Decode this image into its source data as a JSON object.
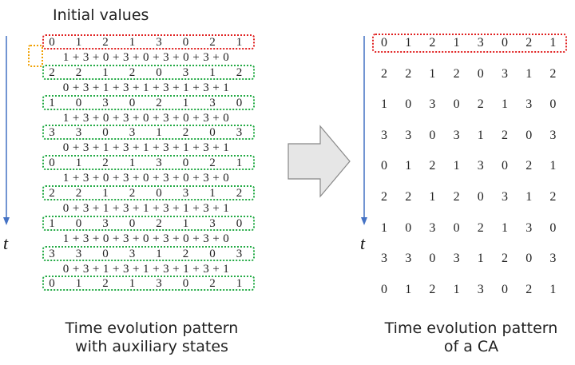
{
  "left_panel": {
    "heading": "Initial values",
    "time_label": "t",
    "caption_line1": "Time evolution pattern",
    "caption_line2": "with auxiliary states",
    "rows": [
      {
        "kind": "state",
        "values": [
          "0",
          "1",
          "2",
          "1",
          "3",
          "0",
          "2",
          "1"
        ]
      },
      {
        "kind": "aux",
        "text": "1 + 3 + 0 + 3 + 0 + 3 + 0 + 3 + 0"
      },
      {
        "kind": "state",
        "values": [
          "2",
          "2",
          "1",
          "2",
          "0",
          "3",
          "1",
          "2"
        ]
      },
      {
        "kind": "aux",
        "text": "0 + 3 + 1 + 3 + 1 + 3 + 1 + 3 + 1"
      },
      {
        "kind": "state",
        "values": [
          "1",
          "0",
          "3",
          "0",
          "2",
          "1",
          "3",
          "0"
        ]
      },
      {
        "kind": "aux",
        "text": "1 + 3 + 0 + 3 + 0 + 3 + 0 + 3 + 0"
      },
      {
        "kind": "state",
        "values": [
          "3",
          "3",
          "0",
          "3",
          "1",
          "2",
          "0",
          "3"
        ]
      },
      {
        "kind": "aux",
        "text": "0 + 3 + 1 + 3 + 1 + 3 + 1 + 3 + 1"
      },
      {
        "kind": "state",
        "values": [
          "0",
          "1",
          "2",
          "1",
          "3",
          "0",
          "2",
          "1"
        ]
      },
      {
        "kind": "aux",
        "text": "1 + 3 + 0 + 3 + 0 + 3 + 0 + 3 + 0"
      },
      {
        "kind": "state",
        "values": [
          "2",
          "2",
          "1",
          "2",
          "0",
          "3",
          "1",
          "2"
        ]
      },
      {
        "kind": "aux",
        "text": "0 + 3 + 1 + 3 + 1 + 3 + 1 + 3 + 1"
      },
      {
        "kind": "state",
        "values": [
          "1",
          "0",
          "3",
          "0",
          "2",
          "1",
          "3",
          "0"
        ]
      },
      {
        "kind": "aux",
        "text": "1 + 3 + 0 + 3 + 0 + 3 + 0 + 3 + 0"
      },
      {
        "kind": "state",
        "values": [
          "3",
          "3",
          "0",
          "3",
          "1",
          "2",
          "0",
          "3"
        ]
      },
      {
        "kind": "aux",
        "text": "0 + 3 + 1 + 3 + 1 + 3 + 1 + 3 + 1"
      },
      {
        "kind": "state",
        "values": [
          "0",
          "1",
          "2",
          "1",
          "3",
          "0",
          "2",
          "1"
        ]
      }
    ]
  },
  "right_panel": {
    "time_label": "t",
    "caption_line1": "Time evolution pattern",
    "caption_line2": "of  a CA",
    "rows": [
      [
        "0",
        "1",
        "2",
        "1",
        "3",
        "0",
        "2",
        "1"
      ],
      [
        "2",
        "2",
        "1",
        "2",
        "0",
        "3",
        "1",
        "2"
      ],
      [
        "1",
        "0",
        "3",
        "0",
        "2",
        "1",
        "3",
        "0"
      ],
      [
        "3",
        "3",
        "0",
        "3",
        "1",
        "2",
        "0",
        "3"
      ],
      [
        "0",
        "1",
        "2",
        "1",
        "3",
        "0",
        "2",
        "1"
      ],
      [
        "2",
        "2",
        "1",
        "2",
        "0",
        "3",
        "1",
        "2"
      ],
      [
        "1",
        "0",
        "3",
        "0",
        "2",
        "1",
        "3",
        "0"
      ],
      [
        "3",
        "3",
        "0",
        "3",
        "1",
        "2",
        "0",
        "3"
      ],
      [
        "0",
        "1",
        "2",
        "1",
        "3",
        "0",
        "2",
        "1"
      ]
    ]
  },
  "colors": {
    "initial_box": "#e02020",
    "state_box": "#22aa44",
    "aux_highlight_box": "#f0a000",
    "time_arrow": "#4472c4",
    "block_arrow_fill": "#e6e6e6",
    "block_arrow_stroke": "#888888"
  }
}
